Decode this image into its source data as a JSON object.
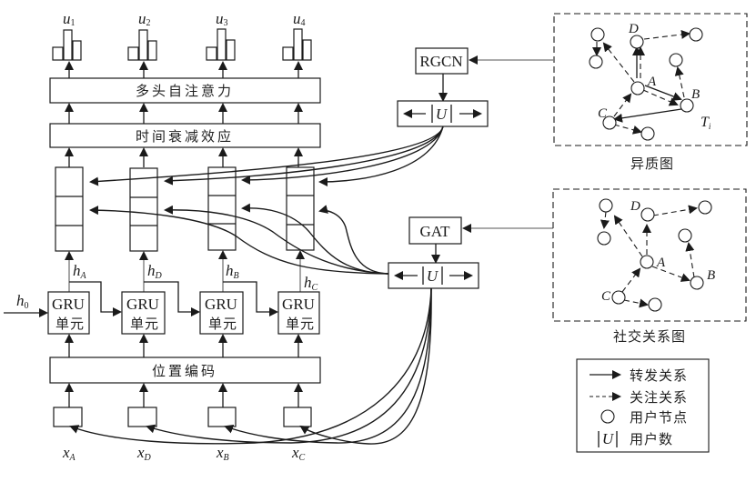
{
  "outputs": [
    "u1",
    "u2",
    "u3",
    "u4"
  ],
  "output_labels": {
    "base": "u",
    "subs": [
      "1",
      "2",
      "3",
      "4"
    ]
  },
  "layers": {
    "multi_head_attention": "多头自注意力",
    "time_decay": "时间衰减效应",
    "positional_encoding": "位置编码"
  },
  "gru": {
    "line1": "GRU",
    "line2": "单元",
    "h0": "h",
    "h0_sub": "0"
  },
  "hidden_states": [
    {
      "base": "h",
      "sub": "A"
    },
    {
      "base": "h",
      "sub": "D"
    },
    {
      "base": "h",
      "sub": "B"
    },
    {
      "base": "h",
      "sub": "C"
    }
  ],
  "inputs": [
    {
      "base": "x",
      "sub": "A"
    },
    {
      "base": "x",
      "sub": "D"
    },
    {
      "base": "x",
      "sub": "B"
    },
    {
      "base": "x",
      "sub": "C"
    }
  ],
  "modules": {
    "rgcn": "RGCN",
    "gat": "GAT",
    "u_symbol": "U"
  },
  "graphs": {
    "heterogeneous": {
      "title": "异质图",
      "nodes": [
        "A",
        "B",
        "C",
        "D"
      ],
      "tag": "T",
      "tag_sub": "i"
    },
    "social": {
      "title": "社交关系图",
      "nodes": [
        "A",
        "B",
        "C",
        "D"
      ]
    }
  },
  "legend": {
    "repost": "转发关系",
    "follow": "关注关系",
    "user_node": "用户节点",
    "user_count": "用户数",
    "u_symbol": "U"
  }
}
